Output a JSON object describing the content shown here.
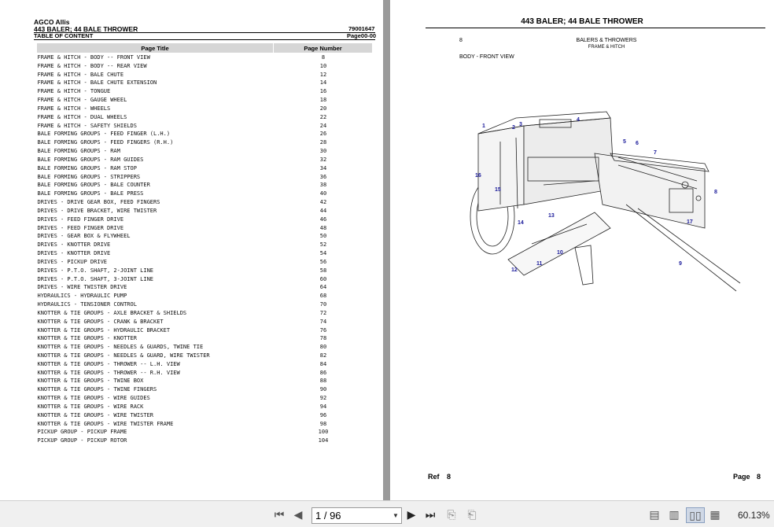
{
  "left_page": {
    "brand": "AGCO Allis",
    "doc_title": "443 BALER; 44 BALE THROWER",
    "doc_number": "79001647",
    "toc_label": "TABLE OF CONTENT",
    "page_code": "Page00-00",
    "columns": {
      "title": "Page Title",
      "page": "Page Number"
    },
    "rows": [
      {
        "t": "FRAME & HITCH - BODY -- FRONT VIEW",
        "p": "8"
      },
      {
        "t": "FRAME & HITCH - BODY -- REAR VIEW",
        "p": "10"
      },
      {
        "t": "FRAME & HITCH - BALE CHUTE",
        "p": "12"
      },
      {
        "t": "FRAME & HITCH - BALE CHUTE EXTENSION",
        "p": "14"
      },
      {
        "t": "FRAME & HITCH - TONGUE",
        "p": "16"
      },
      {
        "t": "FRAME & HITCH - GAUGE WHEEL",
        "p": "18"
      },
      {
        "t": "FRAME & HITCH - WHEELS",
        "p": "20"
      },
      {
        "t": "FRAME & HITCH - DUAL WHEELS",
        "p": "22"
      },
      {
        "t": "FRAME & HITCH - SAFETY SHIELDS",
        "p": "24"
      },
      {
        "t": "BALE FORMING GROUPS - FEED FINGER (L.H.)",
        "p": "26"
      },
      {
        "t": "BALE FORMING GROUPS - FEED FINGERS (R.H.)",
        "p": "28"
      },
      {
        "t": "BALE FORMING GROUPS - RAM",
        "p": "30"
      },
      {
        "t": "BALE FORMING GROUPS - RAM GUIDES",
        "p": "32"
      },
      {
        "t": "BALE FORMING GROUPS - RAM STOP",
        "p": "34"
      },
      {
        "t": "BALE FORMING GROUPS - STRIPPERS",
        "p": "36"
      },
      {
        "t": "BALE FORMING GROUPS - BALE COUNTER",
        "p": "38"
      },
      {
        "t": "BALE FORMING GROUPS - BALE PRESS",
        "p": "40"
      },
      {
        "t": "DRIVES - DRIVE GEAR BOX, FEED FINGERS",
        "p": "42"
      },
      {
        "t": "DRIVES - DRIVE BRACKET, WIRE TWISTER",
        "p": "44"
      },
      {
        "t": "DRIVES - FEED FINGER DRIVE",
        "p": "46"
      },
      {
        "t": "DRIVES - FEED FINGER DRIVE",
        "p": "48"
      },
      {
        "t": "DRIVES - GEAR BOX & FLYWHEEL",
        "p": "50"
      },
      {
        "t": "DRIVES - KNOTTER DRIVE",
        "p": "52"
      },
      {
        "t": "DRIVES - KNOTTER DRIVE",
        "p": "54"
      },
      {
        "t": "DRIVES - PICKUP DRIVE",
        "p": "56"
      },
      {
        "t": "DRIVES - P.T.O. SHAFT, 2-JOINT LINE",
        "p": "58"
      },
      {
        "t": "DRIVES - P.T.O. SHAFT, 3-JOINT LINE",
        "p": "60"
      },
      {
        "t": "DRIVES - WIRE TWISTER DRIVE",
        "p": "64"
      },
      {
        "t": "HYDRAULICS - HYDRAULIC PUMP",
        "p": "68"
      },
      {
        "t": "HYDRAULICS - TENSIONER CONTROL",
        "p": "70"
      },
      {
        "t": "KNOTTER & TIE GROUPS - AXLE BRACKET & SHIELDS",
        "p": "72"
      },
      {
        "t": "KNOTTER & TIE GROUPS - CRANK & BRACKET",
        "p": "74"
      },
      {
        "t": "KNOTTER & TIE GROUPS - HYDRAULIC BRACKET",
        "p": "76"
      },
      {
        "t": "KNOTTER & TIE GROUPS - KNOTTER",
        "p": "78"
      },
      {
        "t": "KNOTTER & TIE GROUPS - NEEDLES & GUARDS, TWINE TIE",
        "p": "80"
      },
      {
        "t": "KNOTTER & TIE GROUPS - NEEDLES & GUARD, WIRE TWISTER",
        "p": "82"
      },
      {
        "t": "KNOTTER & TIE GROUPS - THROWER -- L.H. VIEW",
        "p": "84"
      },
      {
        "t": "KNOTTER & TIE GROUPS - THROWER -- R.H. VIEW",
        "p": "86"
      },
      {
        "t": "KNOTTER & TIE GROUPS - TWINE BOX",
        "p": "88"
      },
      {
        "t": "KNOTTER & TIE GROUPS - TWINE FINGERS",
        "p": "90"
      },
      {
        "t": "KNOTTER & TIE GROUPS - WIRE GUIDES",
        "p": "92"
      },
      {
        "t": "KNOTTER & TIE GROUPS - WIRE RACK",
        "p": "94"
      },
      {
        "t": "KNOTTER & TIE GROUPS - WIRE TWISTER",
        "p": "96"
      },
      {
        "t": "KNOTTER & TIE GROUPS - WIRE TWISTER FRAME",
        "p": "98"
      },
      {
        "t": "PICKUP GROUP - PICKUP FRAME",
        "p": "100"
      },
      {
        "t": "PICKUP GROUP - PICKUP ROTOR",
        "p": "104"
      }
    ]
  },
  "right_page": {
    "title": "443 BALER; 44 BALE THROWER",
    "page_no_top": "8",
    "section": "BALERS & THROWERS",
    "subsection": "FRAME & HITCH",
    "view": "BODY - FRONT VIEW",
    "callouts": [
      "1",
      "2",
      "3",
      "4",
      "5",
      "6",
      "7",
      "8",
      "9",
      "10",
      "11",
      "12",
      "13",
      "14",
      "15",
      "16",
      "17"
    ],
    "foot_ref_label": "Ref",
    "foot_ref_value": "8",
    "foot_page_label": "Page",
    "foot_page_value": "8"
  },
  "toolbar": {
    "page_value": "1 / 96",
    "zoom": "60.13%"
  },
  "colors": {
    "header_bg": "#d6d6d6",
    "callout": "#1a1a9a",
    "viewer_bg": "#9a9a9a",
    "toolbar_bg": "#f0f0f0"
  }
}
